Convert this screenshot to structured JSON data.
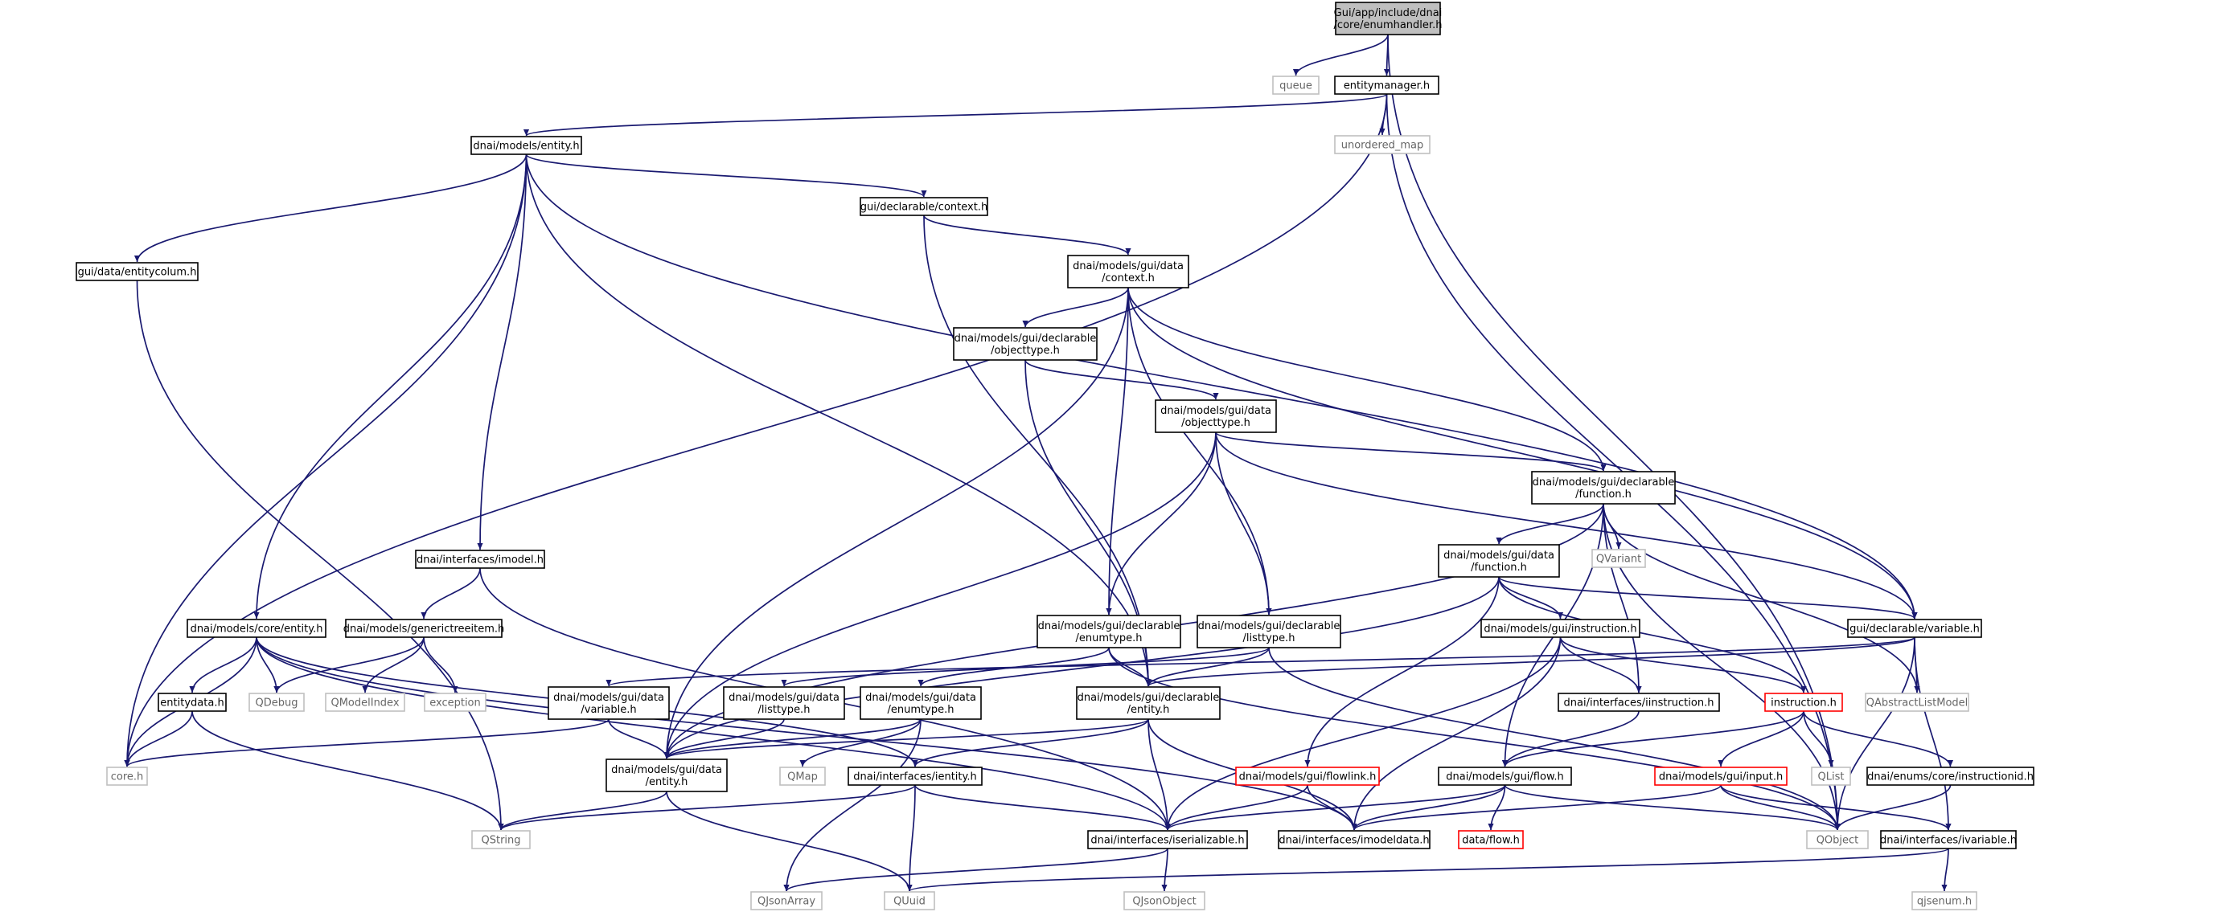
{
  "colors": {
    "edge": "#191970",
    "box_border": "#000000",
    "box_fill": "#ffffff",
    "root_fill": "#bfbfbf",
    "external_border": "#bfbfbf",
    "external_text": "#666666",
    "truncated_border": "#ff0000",
    "text": "#000000"
  },
  "nodes": [
    {
      "id": "root",
      "lines": [
        "Gui/app/include/dnai",
        "/core/enumhandler.h"
      ],
      "style": "root"
    },
    {
      "id": "queue",
      "lines": [
        "queue"
      ],
      "style": "external"
    },
    {
      "id": "entitymanager",
      "lines": [
        "entitymanager.h"
      ],
      "style": "normal"
    },
    {
      "id": "unordered_map",
      "lines": [
        "unordered_map"
      ],
      "style": "external"
    },
    {
      "id": "models_entity",
      "lines": [
        "dnai/models/entity.h"
      ],
      "style": "normal"
    },
    {
      "id": "gui_decl_context",
      "lines": [
        "gui/declarable/context.h"
      ],
      "style": "normal"
    },
    {
      "id": "entitycolum",
      "lines": [
        "gui/data/entitycolum.h"
      ],
      "style": "normal"
    },
    {
      "id": "gui_data_context",
      "lines": [
        "dnai/models/gui/data",
        "/context.h"
      ],
      "style": "normal"
    },
    {
      "id": "decl_objecttype",
      "lines": [
        "dnai/models/gui/declarable",
        "/objecttype.h"
      ],
      "style": "normal"
    },
    {
      "id": "data_objecttype",
      "lines": [
        "dnai/models/gui/data",
        "/objecttype.h"
      ],
      "style": "normal"
    },
    {
      "id": "decl_function",
      "lines": [
        "dnai/models/gui/declarable",
        "/function.h"
      ],
      "style": "normal"
    },
    {
      "id": "data_function",
      "lines": [
        "dnai/models/gui/data",
        "/function.h"
      ],
      "style": "normal"
    },
    {
      "id": "qvariant",
      "lines": [
        "QVariant"
      ],
      "style": "external"
    },
    {
      "id": "imodel",
      "lines": [
        "dnai/interfaces/imodel.h"
      ],
      "style": "normal"
    },
    {
      "id": "generictreeitem",
      "lines": [
        "dnai/models/generictreeitem.h"
      ],
      "style": "normal"
    },
    {
      "id": "core_entity",
      "lines": [
        "dnai/models/core/entity.h"
      ],
      "style": "normal"
    },
    {
      "id": "decl_enumtype",
      "lines": [
        "dnai/models/gui/declarable",
        "/enumtype.h"
      ],
      "style": "normal"
    },
    {
      "id": "decl_listtype",
      "lines": [
        "dnai/models/gui/declarable",
        "/listtype.h"
      ],
      "style": "normal"
    },
    {
      "id": "gui_instruction",
      "lines": [
        "dnai/models/gui/instruction.h"
      ],
      "style": "normal"
    },
    {
      "id": "decl_variable",
      "lines": [
        "gui/declarable/variable.h"
      ],
      "style": "normal"
    },
    {
      "id": "entitydata",
      "lines": [
        "entitydata.h"
      ],
      "style": "normal"
    },
    {
      "id": "qdebug",
      "lines": [
        "QDebug"
      ],
      "style": "external"
    },
    {
      "id": "qmodelindex",
      "lines": [
        "QModelIndex"
      ],
      "style": "external"
    },
    {
      "id": "exception",
      "lines": [
        "exception"
      ],
      "style": "external"
    },
    {
      "id": "data_variable",
      "lines": [
        "dnai/models/gui/data",
        "/variable.h"
      ],
      "style": "normal"
    },
    {
      "id": "data_listtype",
      "lines": [
        "dnai/models/gui/data",
        "/listtype.h"
      ],
      "style": "normal"
    },
    {
      "id": "data_enumtype",
      "lines": [
        "dnai/models/gui/data",
        "/enumtype.h"
      ],
      "style": "normal"
    },
    {
      "id": "decl_entity",
      "lines": [
        "dnai/models/gui/declarable",
        "/entity.h"
      ],
      "style": "normal"
    },
    {
      "id": "iinstruction",
      "lines": [
        "dnai/interfaces/iinstruction.h"
      ],
      "style": "normal"
    },
    {
      "id": "instruction_h",
      "lines": [
        "instruction.h"
      ],
      "style": "truncated"
    },
    {
      "id": "qabstractlistmodel",
      "lines": [
        "QAbstractListModel"
      ],
      "style": "external"
    },
    {
      "id": "core_h",
      "lines": [
        "core.h"
      ],
      "style": "external"
    },
    {
      "id": "data_entity",
      "lines": [
        "dnai/models/gui/data",
        "/entity.h"
      ],
      "style": "normal"
    },
    {
      "id": "qmap",
      "lines": [
        "QMap"
      ],
      "style": "external"
    },
    {
      "id": "ientity",
      "lines": [
        "dnai/interfaces/ientity.h"
      ],
      "style": "normal"
    },
    {
      "id": "flowlink",
      "lines": [
        "dnai/models/gui/flowlink.h"
      ],
      "style": "truncated"
    },
    {
      "id": "gui_flow",
      "lines": [
        "dnai/models/gui/flow.h"
      ],
      "style": "normal"
    },
    {
      "id": "gui_input",
      "lines": [
        "dnai/models/gui/input.h"
      ],
      "style": "truncated"
    },
    {
      "id": "qlist",
      "lines": [
        "QList"
      ],
      "style": "external"
    },
    {
      "id": "instructionid",
      "lines": [
        "dnai/enums/core/instructionid.h"
      ],
      "style": "normal"
    },
    {
      "id": "qstring",
      "lines": [
        "QString"
      ],
      "style": "external"
    },
    {
      "id": "iserializable",
      "lines": [
        "dnai/interfaces/iserializable.h"
      ],
      "style": "normal"
    },
    {
      "id": "imodeldata",
      "lines": [
        "dnai/interfaces/imodeldata.h"
      ],
      "style": "normal"
    },
    {
      "id": "data_flow",
      "lines": [
        "data/flow.h"
      ],
      "style": "truncated"
    },
    {
      "id": "qobject",
      "lines": [
        "QObject"
      ],
      "style": "external"
    },
    {
      "id": "ivariable",
      "lines": [
        "dnai/interfaces/ivariable.h"
      ],
      "style": "normal"
    },
    {
      "id": "qjsonarray",
      "lines": [
        "QJsonArray"
      ],
      "style": "external"
    },
    {
      "id": "quuid",
      "lines": [
        "QUuid"
      ],
      "style": "external"
    },
    {
      "id": "qjsonobject",
      "lines": [
        "QJsonObject"
      ],
      "style": "external"
    },
    {
      "id": "qjsenum",
      "lines": [
        "qjsenum.h"
      ],
      "style": "external"
    }
  ],
  "edges": [
    [
      "root",
      "queue"
    ],
    [
      "root",
      "entitymanager"
    ],
    [
      "root",
      "qobject"
    ],
    [
      "entitymanager",
      "models_entity"
    ],
    [
      "entitymanager",
      "unordered_map"
    ],
    [
      "entitymanager",
      "core_h"
    ],
    [
      "entitymanager",
      "qobject"
    ],
    [
      "models_entity",
      "entitycolum"
    ],
    [
      "models_entity",
      "core_h"
    ],
    [
      "models_entity",
      "core_entity"
    ],
    [
      "models_entity",
      "imodel"
    ],
    [
      "models_entity",
      "decl_entity"
    ],
    [
      "models_entity",
      "gui_decl_context"
    ],
    [
      "models_entity",
      "decl_variable"
    ],
    [
      "entitycolum",
      "qstring"
    ],
    [
      "gui_decl_context",
      "gui_data_context"
    ],
    [
      "gui_decl_context",
      "decl_entity"
    ],
    [
      "gui_data_context",
      "decl_objecttype"
    ],
    [
      "gui_data_context",
      "data_entity"
    ],
    [
      "gui_data_context",
      "decl_enumtype"
    ],
    [
      "gui_data_context",
      "decl_listtype"
    ],
    [
      "gui_data_context",
      "decl_function"
    ],
    [
      "gui_data_context",
      "decl_variable"
    ],
    [
      "decl_objecttype",
      "data_objecttype"
    ],
    [
      "decl_objecttype",
      "decl_entity"
    ],
    [
      "data_objecttype",
      "data_entity"
    ],
    [
      "data_objecttype",
      "decl_enumtype"
    ],
    [
      "data_objecttype",
      "decl_listtype"
    ],
    [
      "data_objecttype",
      "decl_function"
    ],
    [
      "data_objecttype",
      "decl_variable"
    ],
    [
      "decl_function",
      "data_function"
    ],
    [
      "decl_function",
      "qvariant"
    ],
    [
      "decl_function",
      "iinstruction"
    ],
    [
      "decl_function",
      "gui_flow"
    ],
    [
      "decl_function",
      "qabstractlistmodel"
    ],
    [
      "decl_function",
      "qobject"
    ],
    [
      "decl_function",
      "data_entity"
    ],
    [
      "data_function",
      "gui_instruction"
    ],
    [
      "data_function",
      "decl_variable"
    ],
    [
      "data_function",
      "instruction_h"
    ],
    [
      "data_function",
      "flowlink"
    ],
    [
      "data_function",
      "data_entity"
    ],
    [
      "imodel",
      "generictreeitem"
    ],
    [
      "imodel",
      "iserializable"
    ],
    [
      "generictreeitem",
      "qdebug"
    ],
    [
      "generictreeitem",
      "qmodelindex"
    ],
    [
      "generictreeitem",
      "exception"
    ],
    [
      "core_entity",
      "entitydata"
    ],
    [
      "core_entity",
      "core_h"
    ],
    [
      "core_entity",
      "qdebug"
    ],
    [
      "core_entity",
      "iserializable"
    ],
    [
      "core_entity",
      "imodeldata"
    ],
    [
      "core_entity",
      "ientity"
    ],
    [
      "decl_enumtype",
      "decl_entity"
    ],
    [
      "decl_enumtype",
      "data_enumtype"
    ],
    [
      "decl_enumtype",
      "qobject"
    ],
    [
      "decl_listtype",
      "decl_entity"
    ],
    [
      "decl_listtype",
      "data_listtype"
    ],
    [
      "decl_listtype",
      "qobject"
    ],
    [
      "gui_instruction",
      "iinstruction"
    ],
    [
      "gui_instruction",
      "instruction_h"
    ],
    [
      "gui_instruction",
      "iserializable"
    ],
    [
      "gui_instruction",
      "imodeldata"
    ],
    [
      "decl_variable",
      "decl_entity"
    ],
    [
      "decl_variable",
      "data_variable"
    ],
    [
      "decl_variable",
      "qabstractlistmodel"
    ],
    [
      "decl_variable",
      "ivariable"
    ],
    [
      "decl_variable",
      "qobject"
    ],
    [
      "entitydata",
      "core_h"
    ],
    [
      "entitydata",
      "qstring"
    ],
    [
      "data_variable",
      "data_entity"
    ],
    [
      "data_variable",
      "core_h"
    ],
    [
      "data_listtype",
      "data_entity"
    ],
    [
      "data_enumtype",
      "data_entity"
    ],
    [
      "data_enumtype",
      "qmap"
    ],
    [
      "data_enumtype",
      "qjsonarray"
    ],
    [
      "decl_entity",
      "data_entity"
    ],
    [
      "decl_entity",
      "ientity"
    ],
    [
      "decl_entity",
      "iserializable"
    ],
    [
      "decl_entity",
      "imodeldata"
    ],
    [
      "iinstruction",
      "gui_flow"
    ],
    [
      "instruction_h",
      "gui_flow"
    ],
    [
      "instruction_h",
      "gui_input"
    ],
    [
      "instruction_h",
      "qlist"
    ],
    [
      "instruction_h",
      "instructionid"
    ],
    [
      "data_entity",
      "qstring"
    ],
    [
      "data_entity",
      "quuid"
    ],
    [
      "ientity",
      "qstring"
    ],
    [
      "ientity",
      "quuid"
    ],
    [
      "ientity",
      "iserializable"
    ],
    [
      "flowlink",
      "iserializable"
    ],
    [
      "flowlink",
      "imodeldata"
    ],
    [
      "gui_flow",
      "iserializable"
    ],
    [
      "gui_flow",
      "imodeldata"
    ],
    [
      "gui_flow",
      "data_flow"
    ],
    [
      "gui_flow",
      "qobject"
    ],
    [
      "gui_input",
      "imodeldata"
    ],
    [
      "gui_input",
      "qobject"
    ],
    [
      "gui_input",
      "ivariable"
    ],
    [
      "instructionid",
      "qobject"
    ],
    [
      "iserializable",
      "qjsonarray"
    ],
    [
      "iserializable",
      "qjsonobject"
    ],
    [
      "ivariable",
      "quuid"
    ],
    [
      "ivariable",
      "qjsenum"
    ]
  ]
}
